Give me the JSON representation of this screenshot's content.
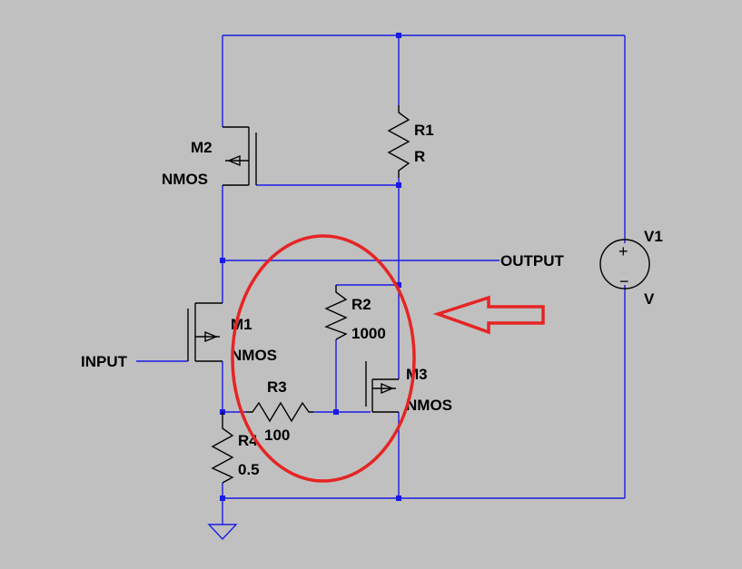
{
  "schematic": {
    "components": [
      {
        "id": "M2",
        "type": "NMOS",
        "name": "M2",
        "value": "NMOS"
      },
      {
        "id": "R1",
        "type": "resistor",
        "name": "R1",
        "value": "R"
      },
      {
        "id": "V1",
        "type": "voltage-source",
        "name": "V1",
        "value": "V"
      },
      {
        "id": "M1",
        "type": "NMOS",
        "name": "M1",
        "value": "NMOS"
      },
      {
        "id": "R2",
        "type": "resistor",
        "name": "R2",
        "value": "1000"
      },
      {
        "id": "M3",
        "type": "NMOS",
        "name": "M3",
        "value": "NMOS"
      },
      {
        "id": "R3",
        "type": "resistor",
        "name": "R3",
        "value": "100"
      },
      {
        "id": "R4",
        "type": "resistor",
        "name": "R4",
        "value": "0.5"
      }
    ],
    "net_labels": {
      "input": "INPUT",
      "output": "OUTPUT"
    },
    "source_polarity": {
      "plus": "+",
      "minus": "−"
    },
    "colors": {
      "background": "#c0c0c0",
      "wire": "#1a1ae6",
      "component": "#000000",
      "annotation": "#e62424"
    }
  }
}
